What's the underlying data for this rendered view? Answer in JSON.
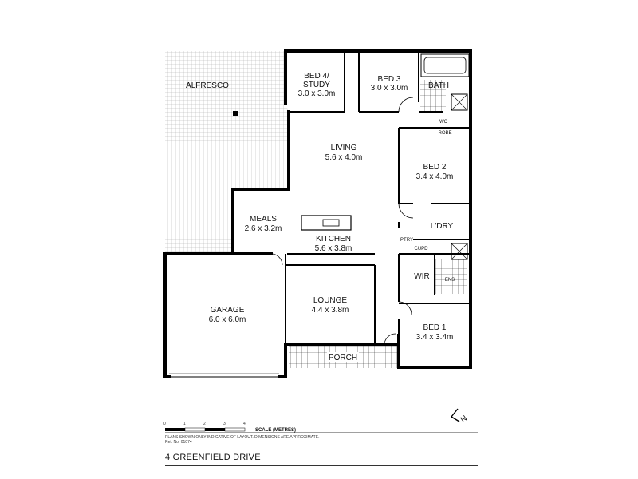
{
  "rooms": {
    "alfresco": "ALFRESCO",
    "bed4": {
      "name": "BED 4/",
      "name2": "STUDY",
      "size": "3.0 x 3.0m"
    },
    "bed3": {
      "name": "BED 3",
      "size": "3.0 x 3.0m"
    },
    "bath": "BATH",
    "wc": "WC",
    "robe": "ROBE",
    "living": {
      "name": "LIVING",
      "size": "5.6 x 4.0m"
    },
    "bed2": {
      "name": "BED 2",
      "size": "3.4 x 4.0m"
    },
    "meals": {
      "name": "MEALS",
      "size": "2.6 x 3.2m"
    },
    "kitchen": {
      "name": "KITCHEN",
      "size": "5.6 x 3.8m"
    },
    "laundry": "L'DRY",
    "pantry": "PTRY",
    "cupboard": "CUPD",
    "wir": "WIR",
    "ensuite": "ENS",
    "garage": {
      "name": "GARAGE",
      "size": "6.0 x 6.0m"
    },
    "lounge": {
      "name": "LOUNGE",
      "size": "4.4 x 3.8m"
    },
    "porch": "PORCH",
    "bed1": {
      "name": "BED 1",
      "size": "3.4 x 3.4m"
    }
  },
  "scale": {
    "ticks": [
      "0",
      "1",
      "2",
      "3",
      "4"
    ],
    "title": "SCALE (METRES)",
    "note": "PLANS SHOWN ONLY INDICATIVE OF LAYOUT. DIMENSIONS ARE APPROXIMATE.",
    "ref": "Ref. No. 01074"
  },
  "north_label": "N",
  "address": "4 GREENFIELD DRIVE"
}
